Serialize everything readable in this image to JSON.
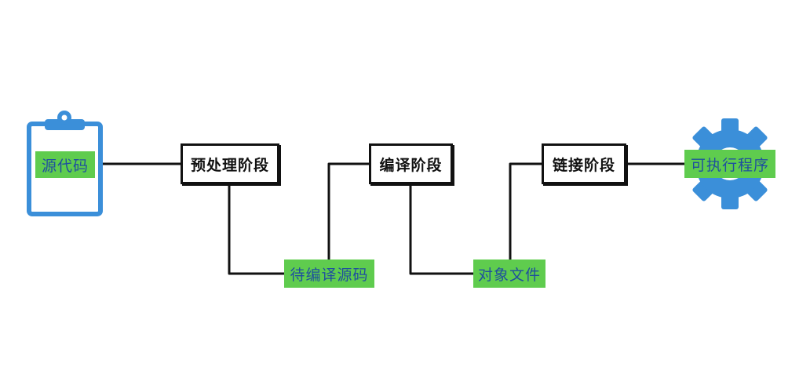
{
  "stages": {
    "preprocess": "预处理阶段",
    "compile": "编译阶段",
    "link": "链接阶段"
  },
  "artifacts": {
    "source": "源代码",
    "pending_source": "待编译源码",
    "object_file": "对象文件",
    "executable": "可执行程序"
  },
  "icons": {
    "source": "clipboard-icon",
    "executable": "gear-icon"
  },
  "colors": {
    "icon_blue": "#3b8fd9",
    "label_green": "#5fcc4e",
    "label_text": "#1f4f9e",
    "line": "#111111"
  }
}
